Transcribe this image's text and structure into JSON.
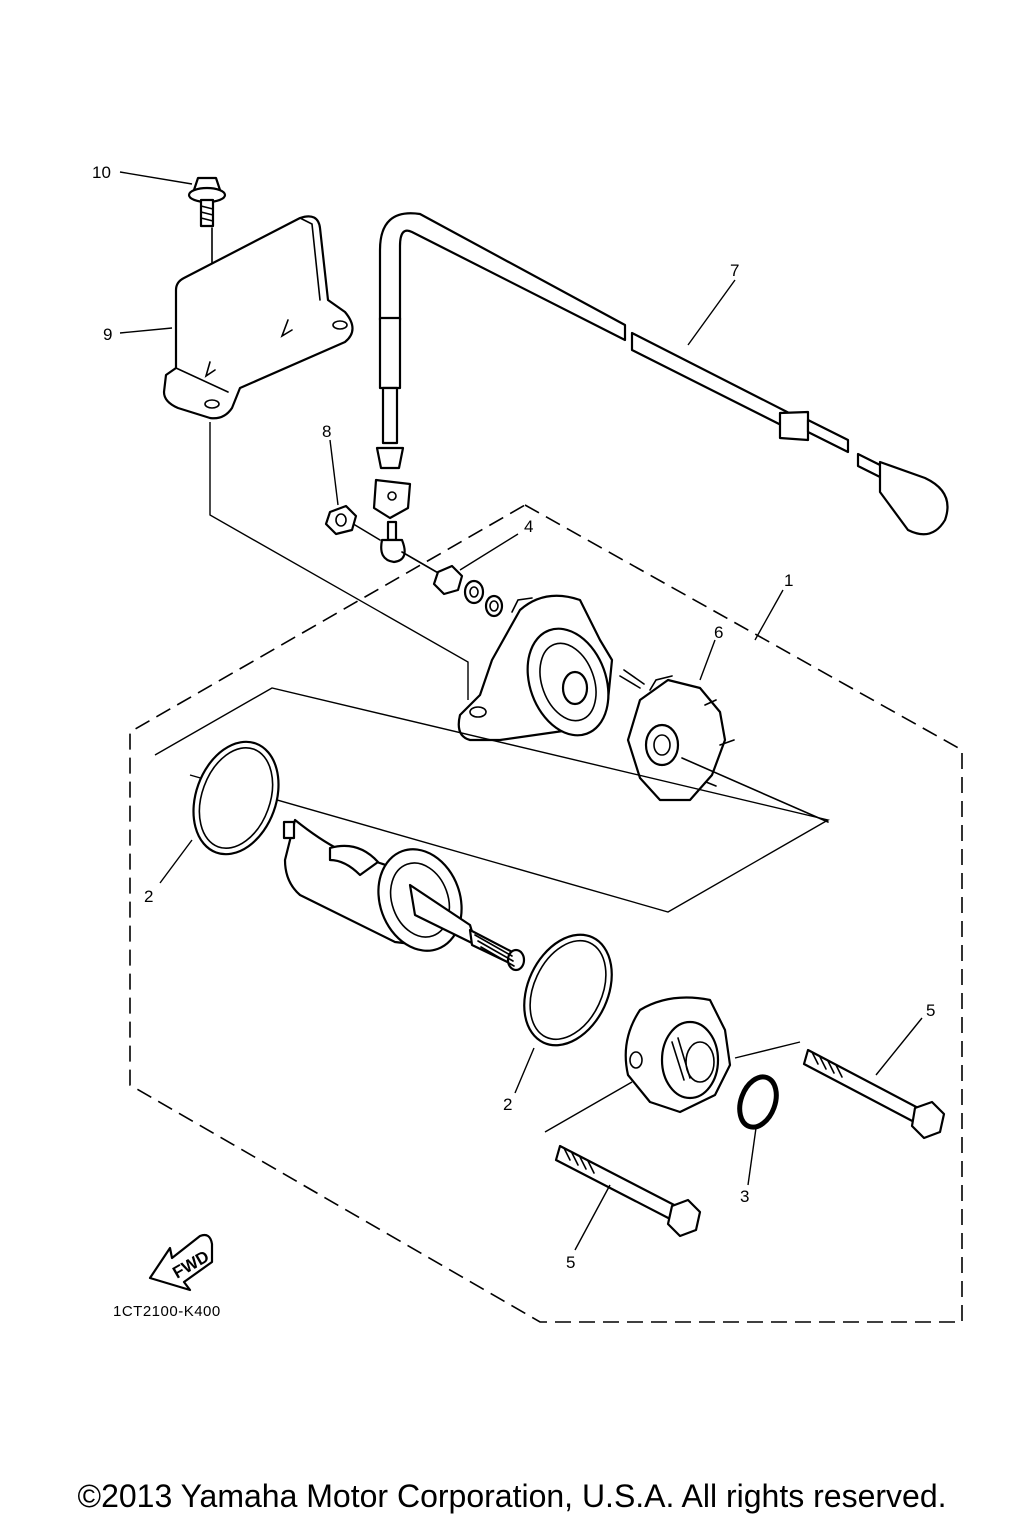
{
  "diagram": {
    "code": "1CT2100-K400",
    "fwd_label": "FWD",
    "callouts": [
      {
        "id": "c10",
        "label": "10"
      },
      {
        "id": "c9",
        "label": "9"
      },
      {
        "id": "c8",
        "label": "8"
      },
      {
        "id": "c7",
        "label": "7"
      },
      {
        "id": "c4",
        "label": "4"
      },
      {
        "id": "c1",
        "label": "1"
      },
      {
        "id": "c6",
        "label": "6"
      },
      {
        "id": "c2a",
        "label": "2"
      },
      {
        "id": "c2b",
        "label": "2"
      },
      {
        "id": "c5a",
        "label": "5"
      },
      {
        "id": "c5b",
        "label": "5"
      },
      {
        "id": "c3",
        "label": "3"
      }
    ]
  },
  "footer": {
    "copyright": "©2013 Yamaha Motor Corporation, U.S.A. All rights reserved."
  }
}
